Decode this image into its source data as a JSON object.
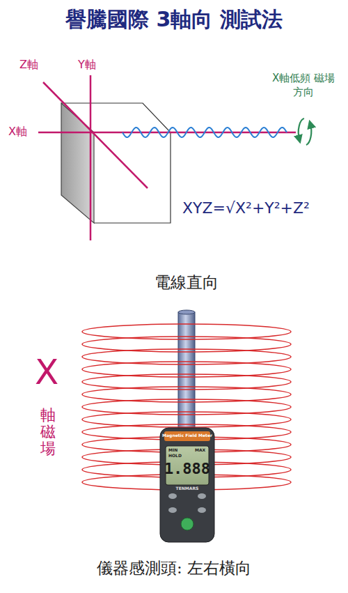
{
  "diagram": {
    "title": "譽騰國際 3軸向 測試法",
    "caption": "儀器感測頭: 左右橫向",
    "labels": [
      "Z軸",
      "Y軸",
      "X軸",
      "X軸低頻 磁場方向",
      "XYZ=√X²+Y²+Z²",
      "電線直向",
      "X",
      "軸磁場",
      "Magnetic Field Meter",
      "MIN",
      "MAX",
      "HOLD",
      "1.888",
      "TENMARS"
    ]
  }
}
